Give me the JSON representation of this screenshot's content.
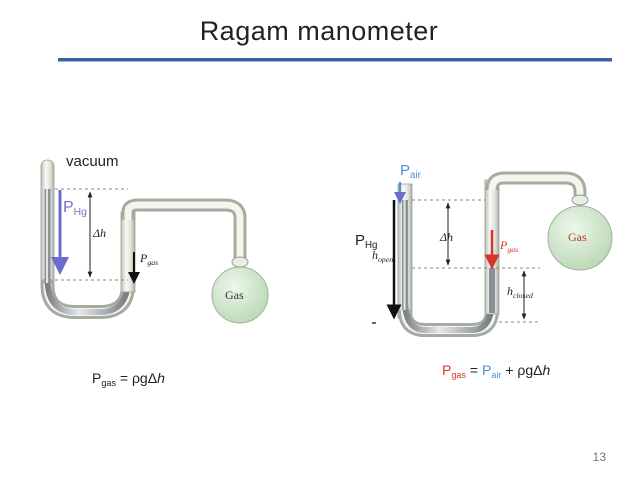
{
  "title": "Ragam manometer",
  "left": {
    "vacuum": "vacuum",
    "p_hg_main": "P",
    "p_hg_sub": "Hg",
    "delta_h": "Δh",
    "p_gas_main": "P",
    "p_gas_sub": "gas",
    "gas_label": "Gas",
    "equation": {
      "lhs_main": "P",
      "lhs_sub": "gas",
      "rhs": " = ρgΔ",
      "rhs_h": "h"
    }
  },
  "right": {
    "p_air_main": "P",
    "p_air_sub": "air",
    "p_hg_main": "P",
    "p_hg_sub": "Hg",
    "delta_h": "Δh",
    "h_open_main": "h",
    "h_open_sub": "open",
    "p_gas_main": "P",
    "p_gas_sub": "gas",
    "h_closed_main": "h",
    "h_closed_sub": "closed",
    "gas_label": "Gas",
    "equation": {
      "lhs_main": "P",
      "lhs_sub": "gas",
      "eq": " = ",
      "air_main": "P",
      "air_sub": "air",
      "rest": " + ρgΔ",
      "rest_h": "h"
    }
  },
  "page_number": "13",
  "colors": {
    "title_rule": "#3f5f9e",
    "arrow_blue": "#6a6ccf",
    "arrow_red": "#d9342b",
    "p_air_blue": "#4a8fd6",
    "gas_green": "#cfe6c9",
    "tube_light": "#eef3ea"
  }
}
